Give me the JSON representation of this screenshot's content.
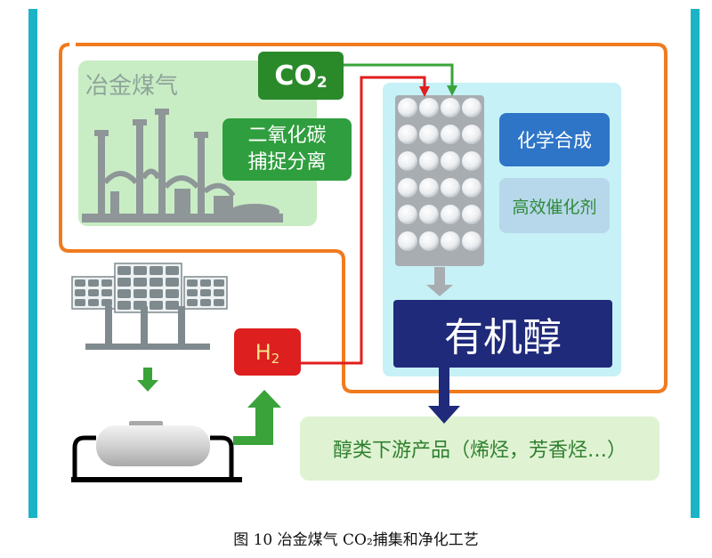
{
  "figure": {
    "caption": "图 10    冶金煤气 CO₂捕集和净化工艺"
  },
  "nodes": {
    "plant_label": "冶金煤气",
    "co2_box": {
      "main": "CO",
      "sub": "2"
    },
    "capture_box": {
      "line1": "二氧化碳",
      "line2": "捕捉分离"
    },
    "synthesis_box": "化学合成",
    "catalyst_box": "高效催化剂",
    "h2_box": {
      "main": "H",
      "sub": "2"
    },
    "alcohol_box": "有机醇",
    "products_box": "醇类下游产品（烯烃，芳香烃…）"
  },
  "icons": {
    "factory": "factory-icon",
    "solar": "solar-panel-icon",
    "tank": "hydrogen-tank-icon",
    "reactor": "catalyst-reactor-icon"
  },
  "colors": {
    "frame_teal": "#1bb3c6",
    "loop_orange": "#f07b1f",
    "plant_bg": "#c8edc4",
    "co2_green": "#2a8a2a",
    "capture_green": "#2f9e3e",
    "reactor_bg": "#c6f1f6",
    "synthesis_blue": "#2e75c8",
    "catalyst_bg": "#b7d8ea",
    "h2_red": "#dd1f1f",
    "alcohol_navy": "#1f2a7a",
    "products_bg": "#dff3d2",
    "arrow_green": "#3aa33a",
    "arrow_red": "#e21d1d"
  }
}
